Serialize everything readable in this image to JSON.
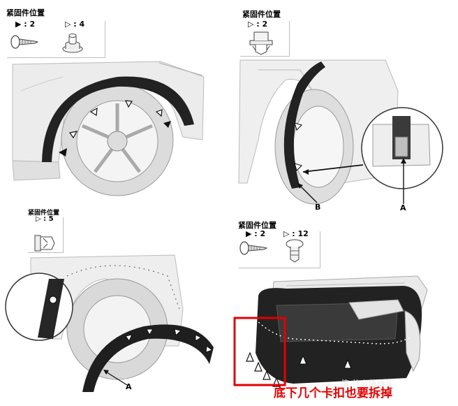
{
  "panels": {
    "top_left": {
      "legend_title": "紧固件位置",
      "screw_count": "▶ : 2",
      "clip_count": "▷ : 4",
      "icons": [
        "screw-icon",
        "push-clip-icon"
      ]
    },
    "top_right": {
      "legend_title": "紧固件位置",
      "clip_count": "▷ : 2",
      "icons": [
        "retainer-clip-icon"
      ],
      "label_a": "A",
      "label_b": "B"
    },
    "bottom_left": {
      "legend_title": "紧固件位置",
      "clip_count": "▷ : 5",
      "icons": [
        "retainer-clip-icon"
      ],
      "label_a": "A"
    },
    "bottom_right": {
      "legend_title": "紧固件位置",
      "screw_count": "▶ : 2",
      "clip_count": "▷ : 12",
      "icons": [
        "screw-icon",
        "push-clip-icon"
      ]
    }
  },
  "annotation": {
    "caption": "底下几个卡扣也要拆掉",
    "highlight_color": "#e30000"
  },
  "watermark": "值 什么值得买"
}
